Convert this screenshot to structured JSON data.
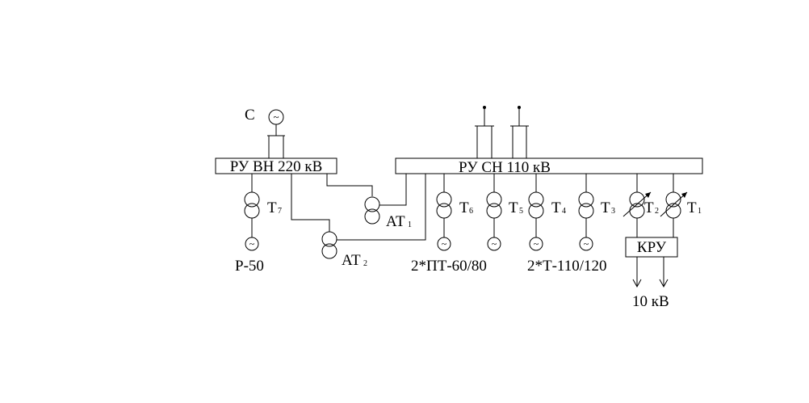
{
  "system_label": "С",
  "hv_bus": {
    "label": "РУ ВН 220 кВ"
  },
  "mv_bus": {
    "label": "РУ СН 110 кВ"
  },
  "kru": {
    "label": "КРУ"
  },
  "transformers": [
    {
      "id": "t7",
      "name": "Т",
      "index": "7"
    },
    {
      "id": "at1",
      "name": "АТ",
      "index": "1"
    },
    {
      "id": "at2",
      "name": "АТ",
      "index": "2"
    },
    {
      "id": "t6",
      "name": "Т",
      "index": "6"
    },
    {
      "id": "t5",
      "name": "Т",
      "index": "5"
    },
    {
      "id": "t4",
      "name": "Т",
      "index": "4"
    },
    {
      "id": "t3",
      "name": "Т",
      "index": "3"
    },
    {
      "id": "t2",
      "name": "Т",
      "index": "2"
    },
    {
      "id": "t1",
      "name": "Т",
      "index": "1"
    }
  ],
  "generator_labels": {
    "r50": "Р-50",
    "pt": "2*ПТ-60/80",
    "t110": "2*Т-110/120"
  },
  "output_label": "10 кВ",
  "generator_symbol": "~"
}
